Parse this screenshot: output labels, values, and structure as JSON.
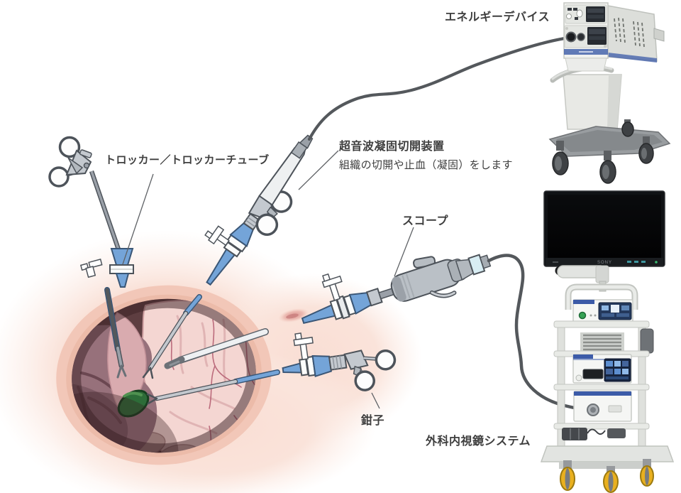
{
  "diagram": {
    "labels": {
      "trocar": "トロッカー／トロッカーチューブ",
      "ultrasonic_title": "超音波凝固切開装置",
      "ultrasonic_desc": "組織の切開や止血（凝固）をします",
      "scope": "スコープ",
      "forceps": "鉗子",
      "energy_device": "エネルギーデバイス",
      "endoscope_system": "外科内視鏡システム"
    },
    "monitor_brand": "SONY"
  },
  "colors": {
    "label_ink": "#3e3e3e",
    "instrument_blue": "#74a4d8",
    "instrument_outline": "#4d535a",
    "cable_gray": "#54585c",
    "skin_glow": "#f8dcd0",
    "skin_rim": "#f2c7b8",
    "cavity_dark": "#5e3e41",
    "liver_mauve": "#97717b",
    "intestine_pink": "#f4d6d2",
    "vessel_red": "#b56073",
    "gallbladder_green": "#2d6c38",
    "equipment_blue_stripe": "#3c5ba8",
    "caster_yellow": "#e9b01f"
  }
}
